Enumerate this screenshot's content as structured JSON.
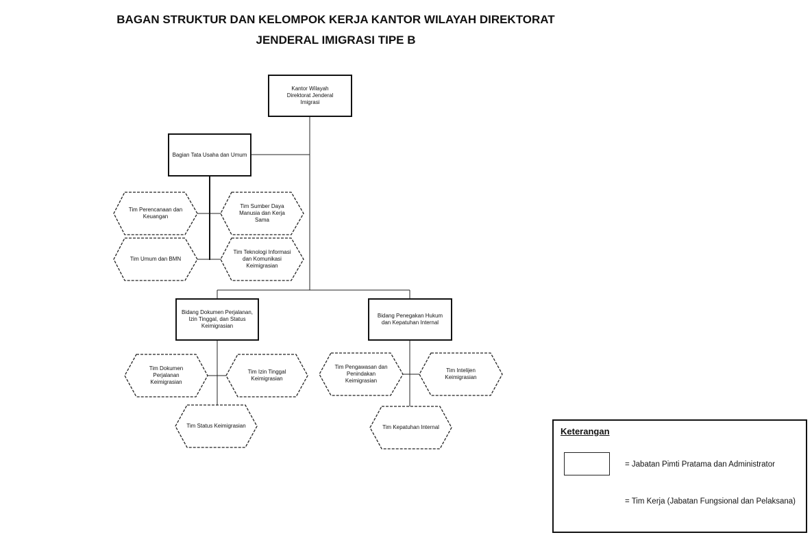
{
  "title": {
    "line1": "BAGAN STRUKTUR DAN KELOMPOK KERJA KANTOR WILAYAH DIREKTORAT",
    "line2": "JENDERAL IMIGRASI TIPE B"
  },
  "nodes": {
    "root": "Kantor Wilayah Direktorat Jenderal Imigrasi",
    "tata_usaha": "Bagian Tata Usaha dan Umum",
    "dokumen": "Bidang Dokumen Perjalanan, Izin Tinggal, dan Status Keimigrasian",
    "penegakan": "Bidang Penegakan Hukum dan Kepatuhan Internal"
  },
  "teams": {
    "perencanaan": "Tim Perencanaan dan Keuangan",
    "sdm": "Tim Sumber Daya Manusia dan Kerja Sama",
    "umum_bmn": "Tim Umum dan BMN",
    "ti": "Tim Teknologi Informasi dan Komunikasi Keimigrasian",
    "dok_perjalanan": "Tim Dokumen Perjalanan Keimigrasian",
    "izin_tinggal": "Tim Izin Tinggal Keimigrasian",
    "status": "Tim Status Keimigrasian",
    "pengawasan": "Tim Pengawasan dan Penindakan Keimigrasian",
    "intelijen": "Tim Intelijen Keimigrasian",
    "kepatuhan": "Tim Kepatuhan Internal"
  },
  "legend": {
    "title": "Keterangan",
    "box_label": "= Jabatan Pimti Pratama dan Administrator",
    "hex_label": "= Tim Kerja (Jabatan Fungsional dan Pelaksana)"
  }
}
